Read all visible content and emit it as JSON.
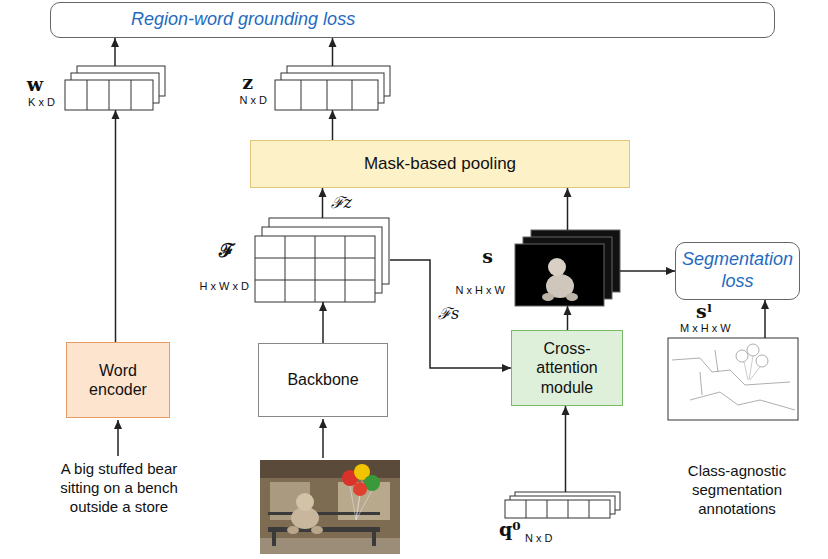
{
  "diagram": {
    "nodes": [
      {
        "text": [
          "Region-word grounding loss"
        ]
      },
      {
        "text": [
          "w",
          "K x D"
        ]
      },
      {
        "text": [
          "z",
          "N x D"
        ]
      },
      {
        "text": [
          "Mask-based pooling"
        ]
      },
      {
        "text": [
          "ℱ",
          "H x W x D"
        ]
      },
      {
        "text": [
          "s",
          "N x H x W"
        ]
      },
      {
        "text": [
          "Segmentation loss"
        ]
      },
      {
        "text": [
          "sˡ",
          "M x H x W"
        ]
      },
      {
        "text": [
          "Word encoder"
        ]
      },
      {
        "text": [
          "Backbone"
        ]
      },
      {
        "text": [
          "Cross-attention module"
        ]
      },
      {
        "text": [
          "q⁰",
          "N x D"
        ]
      }
    ],
    "edges": [
      {
        "from": 8,
        "to": 1,
        "arrow": "to"
      },
      {
        "from": 1,
        "to": 0,
        "arrow": "to"
      },
      {
        "from": 2,
        "to": 0,
        "arrow": "to"
      },
      {
        "from": 3,
        "to": 2,
        "arrow": "to"
      },
      {
        "from": 4,
        "to": 3,
        "label": "ℱz",
        "arrow": "to"
      },
      {
        "from": 9,
        "to": 4,
        "arrow": "to"
      },
      {
        "from": 4,
        "to": 10,
        "label": "ℱs",
        "arrow": "to"
      },
      {
        "from": 11,
        "to": 10,
        "arrow": "to"
      },
      {
        "from": 10,
        "to": 5,
        "arrow": "to"
      },
      {
        "from": 5,
        "to": 3,
        "arrow": "to"
      },
      {
        "from": 5,
        "to": 6,
        "arrow": "to"
      },
      {
        "from": 7,
        "to": 6,
        "arrow": "to"
      }
    ],
    "labels": [
      "A big stuffed bear sitting on a bench outside a store",
      "Class-agnostic segmentation annotations"
    ]
  }
}
